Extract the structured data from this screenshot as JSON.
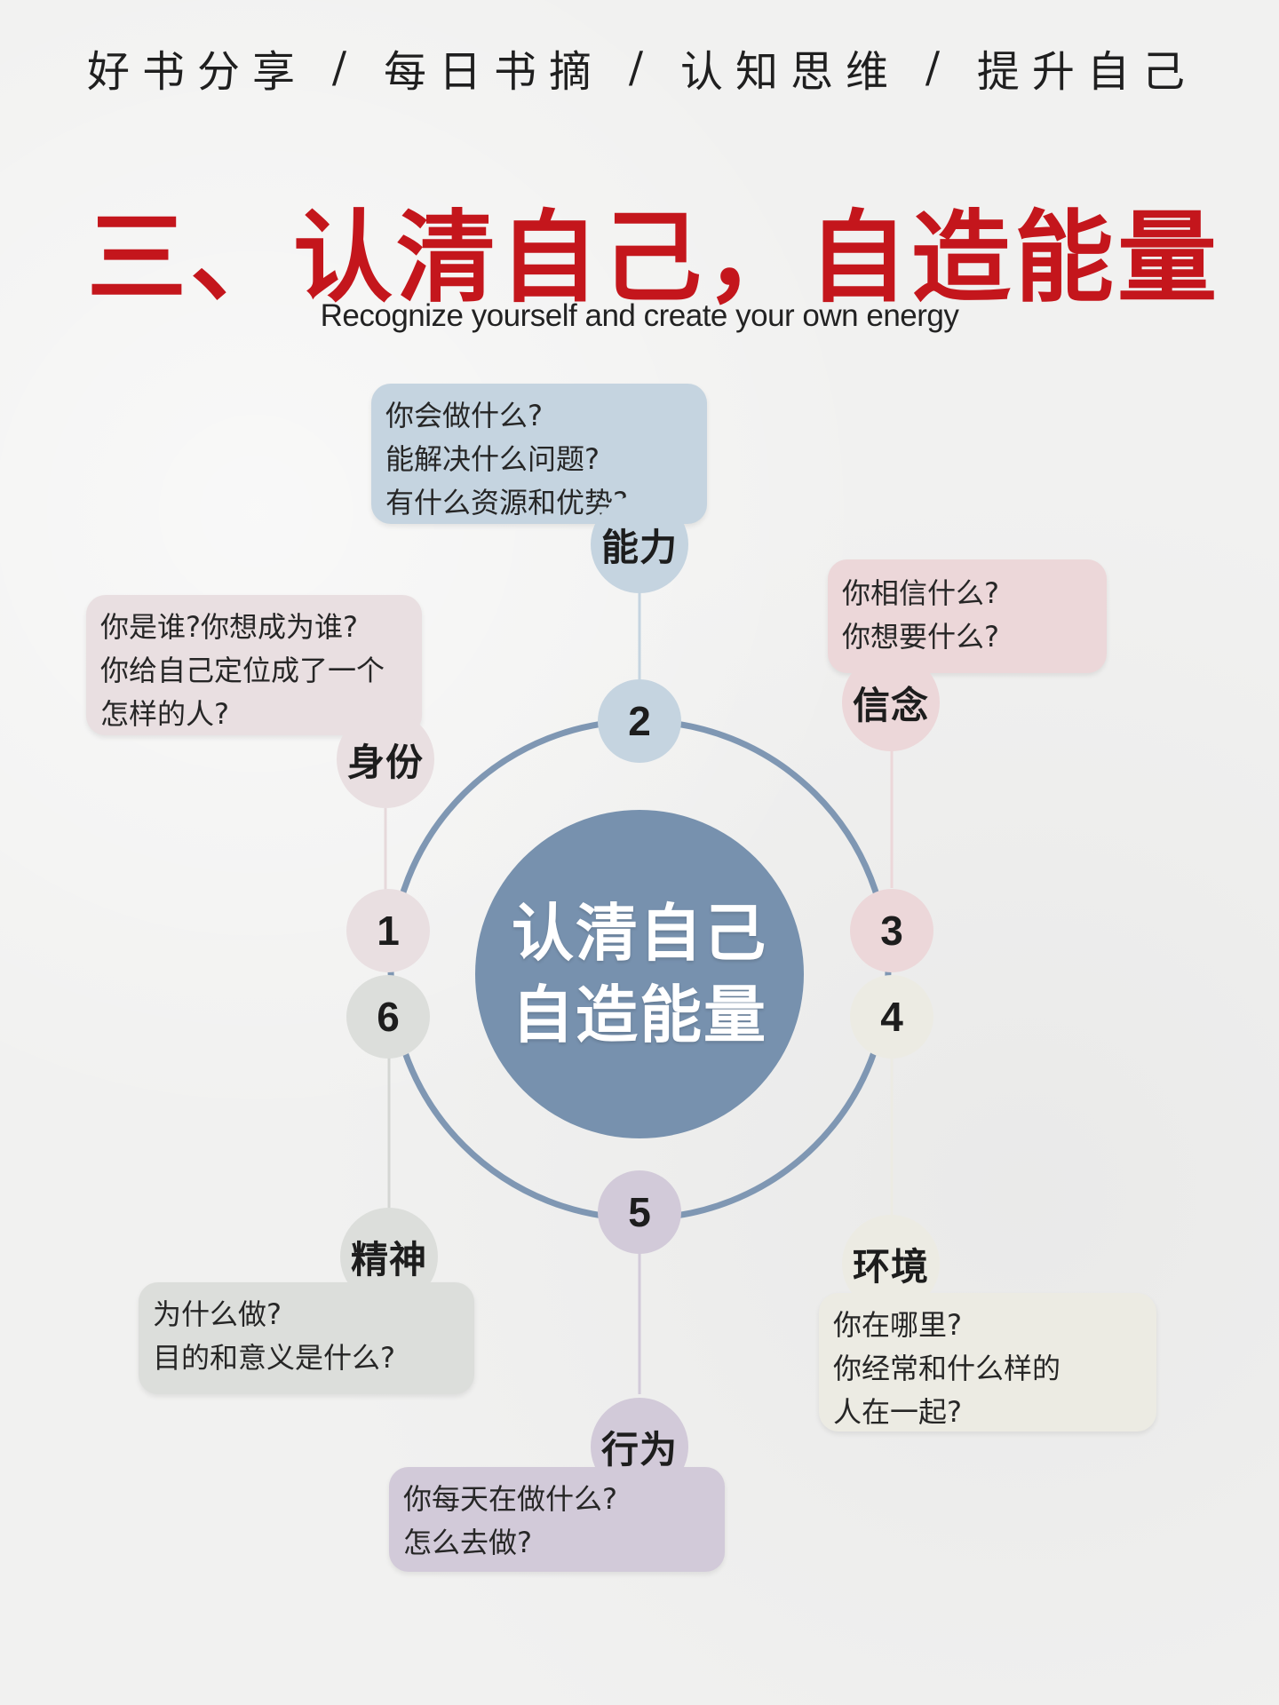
{
  "header": {
    "tags": [
      "好书分享",
      "/",
      "每日书摘",
      "/",
      "认知思维",
      "/",
      "提升自己"
    ]
  },
  "title": "三、认清自己，自造能量",
  "subtitle": "Recognize yourself and create your own energy",
  "center": {
    "line1": "认清自己",
    "line2": "自造能量",
    "color": "#7791ae"
  },
  "ring_color": "#7f97b3",
  "levels": [
    {
      "num": "1",
      "name": "身份",
      "color": "#e9dfe1",
      "questions": [
        "你是谁?你想成为谁?",
        "你给自己定位成了一个",
        "怎样的人?"
      ]
    },
    {
      "num": "2",
      "name": "能力",
      "color": "#c5d4e0",
      "questions": [
        "你会做什么?",
        "能解决什么问题?",
        "有什么资源和优势?"
      ]
    },
    {
      "num": "3",
      "name": "信念",
      "color": "#ecd7d9",
      "questions": [
        "你相信什么?",
        "你想要什么?"
      ]
    },
    {
      "num": "4",
      "name": "环境",
      "color": "#ecebe3",
      "questions": [
        "你在哪里?",
        "你经常和什么样的",
        "人在一起?"
      ]
    },
    {
      "num": "5",
      "name": "行为",
      "color": "#d2cad9",
      "questions": [
        "你每天在做什么?",
        "怎么去做?"
      ]
    },
    {
      "num": "6",
      "name": "精神",
      "color": "#dcdedb",
      "questions": [
        "为什么做?",
        "目的和意义是什么?"
      ]
    }
  ]
}
